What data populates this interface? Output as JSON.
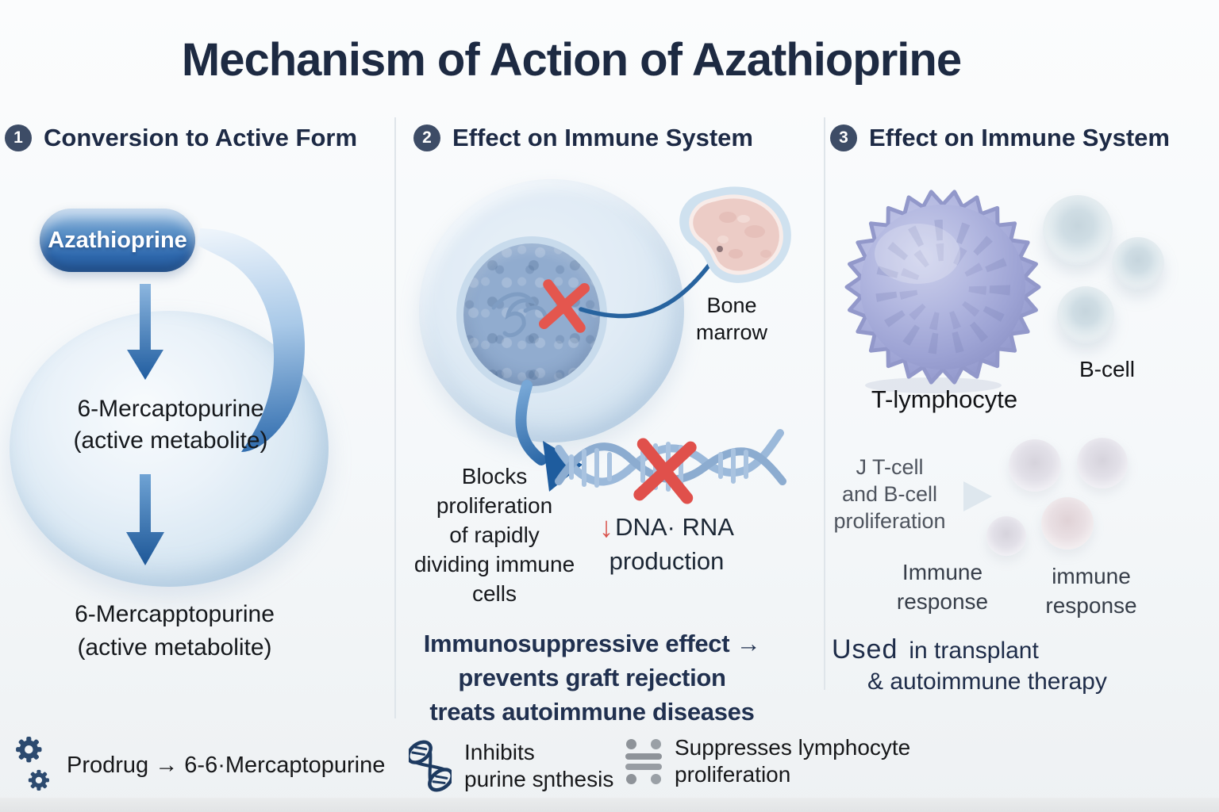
{
  "title": "Mechanism of Action of Azathioprine",
  "panel1": {
    "number": "1",
    "heading": "Conversion to Active Form",
    "pill_label": "Azathioprine",
    "sphere_line1": "6-Mercaptopurine",
    "sphere_line2": "(active metabolite)",
    "result_line1": "6-Mercapptopurine",
    "result_line2": "(active metabolite)"
  },
  "panel2": {
    "number": "2",
    "heading": "Effect on Immune System",
    "marrow_line1": "Bone",
    "marrow_line2": "marrow",
    "blocks_line1": "Blocks",
    "blocks_line2": "proliferation",
    "blocks_line3": "of rapidly",
    "blocks_line4": "dividing immune",
    "blocks_line5": "cells",
    "down_arrow": "↓",
    "dna_line1": "DNA· RNA",
    "dna_line2": "production",
    "summary_line1": "Immunosuppressive effect →",
    "summary_line2": "prevents graft rejection",
    "summary_line3": "treats autoimmune diseases"
  },
  "panel3": {
    "number": "3",
    "heading": "Effect on Immune System",
    "t_cell_label": "T-lymphocyte",
    "b_cell_label": "B-cell",
    "prolif_line1": "J T-cell",
    "prolif_line2": "and B-cell",
    "prolif_line3": "proliferation",
    "immune1_line1": "Immune",
    "immune1_line2": "response",
    "immune2_line1": "immune",
    "immune2_line2": "response",
    "used_word": "Used",
    "used_rest": "in transplant",
    "used_line2": "& autoimmune therapy"
  },
  "footer": {
    "prodrug_text": "Prodrug → 6-6·Mercaptopurine",
    "inhibits_line1": "Inhibits",
    "inhibits_line2": "purine sɲthesis",
    "suppresses_line1": "Suppresses lymphocyte",
    "suppresses_line2": "proliferation"
  },
  "colors": {
    "navy_text": "#1d2a45",
    "black_text": "#17191d",
    "gray_text": "#4e545e",
    "red": "#e0504b",
    "pill_blue": "#2f6cae",
    "arrow_blue": "#1f5c9f",
    "cell_blue": "#c3d8ea",
    "nucleus_blue": "#91accf",
    "marrow_pink": "#ecccc6",
    "t_cell_purple": "#9ba1d4",
    "divider": "#dfe5ea"
  }
}
